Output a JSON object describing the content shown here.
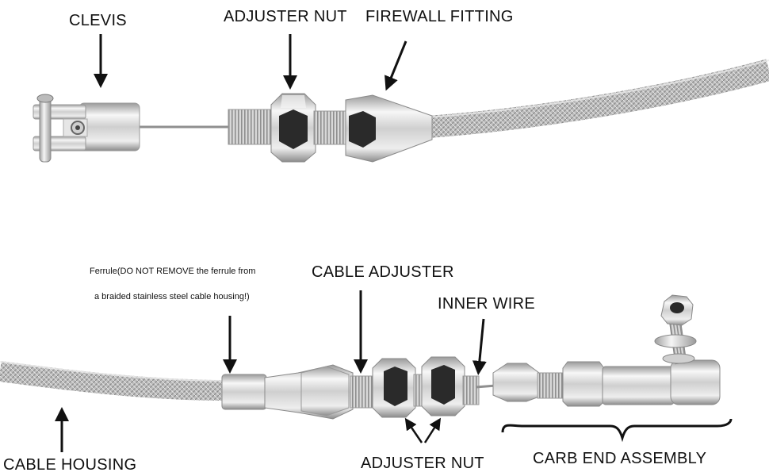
{
  "labels": {
    "clevis": "CLEVIS",
    "adjuster_nut_top": "ADJUSTER NUT",
    "firewall_fitting": "FIREWALL FITTING",
    "ferrule_line1": "Ferrule(DO NOT REMOVE the ferrule from",
    "ferrule_line2": "a braided stainless steel cable housing!)",
    "cable_adjuster": "CABLE ADJUSTER",
    "inner_wire": "INNER WIRE",
    "cable_housing": "CABLE HOUSING",
    "adjuster_nut_bottom": "ADJUSTER NUT",
    "carb_end_assembly": "CARB END ASSEMBLY"
  },
  "colors": {
    "metal_light": "#f2f2f2",
    "metal_mid": "#c8c8c8",
    "metal_dark": "#8a8a8a",
    "hex_face": "#2a2a2a",
    "text": "#111111"
  },
  "icons": [
    "arrow-down-icon",
    "arrow-up-icon",
    "bracket-icon"
  ]
}
